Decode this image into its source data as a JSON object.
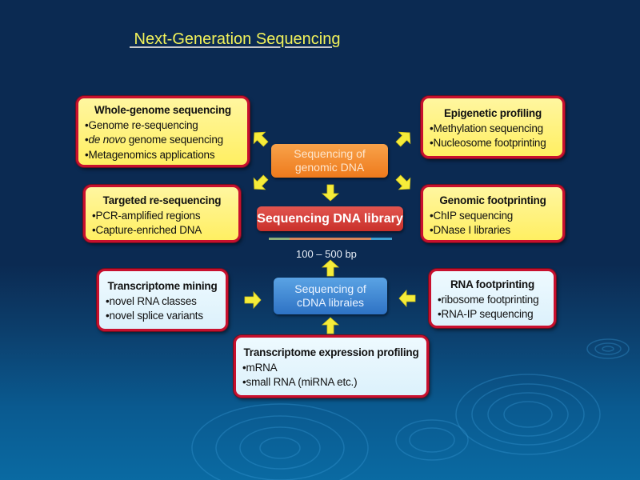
{
  "title": " Next-Generation Sequencing",
  "colors": {
    "background_top": "#0b2a52",
    "background_bottom": "#0a6aa2",
    "title": "#f2f25a",
    "card_border": "#c8102e",
    "card_yellow": "#fff37a",
    "card_blue": "#e6f6fd",
    "arrow": "#f5ec3a",
    "genomic_node": "#f08a2c",
    "library_node": "#d2413b",
    "cdna_node": "#3f86d2"
  },
  "central": {
    "genomic_dna": {
      "line1": "Sequencing of",
      "line2": "genomic DNA"
    },
    "library": {
      "label": "Sequencing DNA library"
    },
    "scale": {
      "label": "100 – 500 bp",
      "segments": [
        "#8fb07a",
        "#d9855a",
        "#3f9fd0"
      ]
    },
    "cdna": {
      "line1": "Sequencing of",
      "line2": "cDNA libraies"
    }
  },
  "cards": {
    "whole_genome": {
      "heading": "Whole-genome sequencing",
      "items": [
        {
          "text": "Genome re-sequencing"
        },
        {
          "italic": "de novo",
          "text": " genome sequencing"
        },
        {
          "text": "Metagenomics applications"
        }
      ]
    },
    "epigenetic": {
      "heading": "Epigenetic profiling",
      "items": [
        {
          "text": "Methylation sequencing"
        },
        {
          "text": "Nucleosome footprinting"
        }
      ]
    },
    "targeted": {
      "heading": "Targeted re-sequencing",
      "items": [
        {
          "text": "PCR-amplified regions"
        },
        {
          "text": "Capture-enriched DNA"
        }
      ]
    },
    "genomic_footprinting": {
      "heading": "Genomic footprinting",
      "items": [
        {
          "text": "ChIP sequencing"
        },
        {
          "text": "DNase I libraries"
        }
      ]
    },
    "transcriptome_mining": {
      "heading": "Transcriptome mining",
      "items": [
        {
          "text": "novel RNA classes"
        },
        {
          "text": "novel splice variants"
        }
      ]
    },
    "rna_footprinting": {
      "heading": "RNA footprinting",
      "items": [
        {
          "text": "ribosome footprinting"
        },
        {
          "text": "RNA-IP sequencing"
        }
      ]
    },
    "expression_profiling": {
      "heading": "Transcriptome expression profiling",
      "items": [
        {
          "text": "mRNA"
        },
        {
          "text": "small RNA (miRNA etc.)"
        }
      ]
    }
  },
  "arrows": [
    {
      "name": "arrow-to-whole-genome",
      "direction": "up-left"
    },
    {
      "name": "arrow-to-targeted",
      "direction": "down-left"
    },
    {
      "name": "arrow-to-epigenetic",
      "direction": "up-right"
    },
    {
      "name": "arrow-to-genomic-footprinting",
      "direction": "down-right"
    },
    {
      "name": "arrow-genomic-to-library",
      "direction": "down"
    },
    {
      "name": "arrow-cdna-to-library",
      "direction": "up"
    },
    {
      "name": "arrow-mining-to-cdna",
      "direction": "right"
    },
    {
      "name": "arrow-rna-footprinting-to-cdna",
      "direction": "left"
    },
    {
      "name": "arrow-expression-to-cdna",
      "direction": "up"
    }
  ]
}
